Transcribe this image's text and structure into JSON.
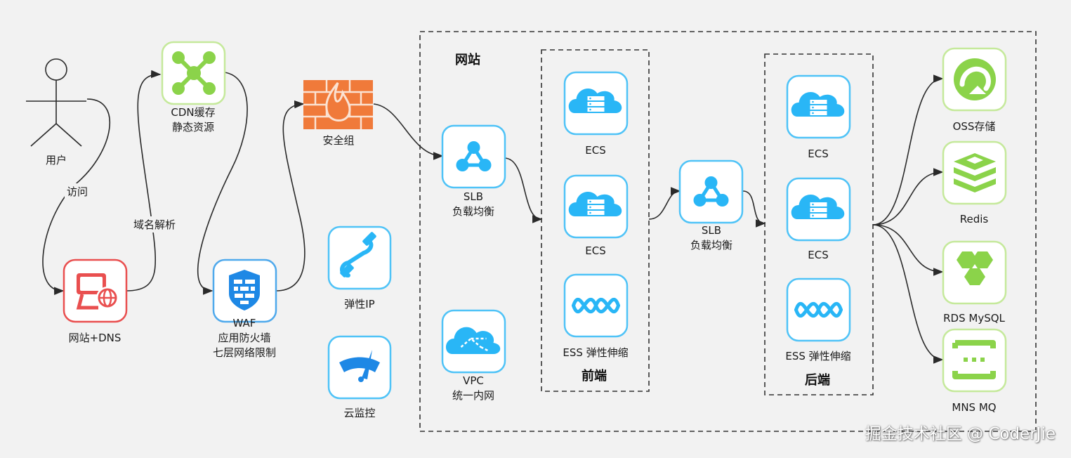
{
  "colors": {
    "blue": "#29b6f6",
    "blue_border": "#4fc3f7",
    "red": "#e94f4f",
    "green": "#8bd34a",
    "green_border": "#c5e99b",
    "orange": "#f07a3a",
    "waf_blue": "#1e88e5",
    "line": "#2a2a2a"
  },
  "nodes": {
    "user": {
      "label": "用户"
    },
    "dns": {
      "label": "网站+DNS"
    },
    "cdn": {
      "line1": "CDN缓存",
      "line2": "静态资源"
    },
    "waf": {
      "line1": "WAF",
      "line2": "应用防火墙",
      "line3": "七层网络限制"
    },
    "security_group": {
      "label": "安全组"
    },
    "eip": {
      "label": "弹性IP"
    },
    "cloud_monitor": {
      "label": "云监控"
    },
    "slb_front": {
      "line1": "SLB",
      "line2": "负载均衡"
    },
    "vpc": {
      "line1": "VPC",
      "line2": "统一内网"
    },
    "ecs_front_1": {
      "label": "ECS"
    },
    "ecs_front_2": {
      "label": "ECS"
    },
    "ess_front": {
      "label": "ESS 弹性伸缩"
    },
    "slb_back": {
      "line1": "SLB",
      "line2": "负载均衡"
    },
    "ecs_back_1": {
      "label": "ECS"
    },
    "ecs_back_2": {
      "label": "ECS"
    },
    "ess_back": {
      "label": "ESS 弹性伸缩"
    },
    "oss": {
      "label": "OSS存储"
    },
    "redis": {
      "label": "Redis"
    },
    "rds": {
      "label": "RDS MySQL"
    },
    "mns": {
      "label": "MNS MQ"
    }
  },
  "groups": {
    "website": {
      "title": "网站"
    },
    "frontend": {
      "title": "前端"
    },
    "backend": {
      "title": "后端"
    }
  },
  "edges": {
    "visit": {
      "label": "访问"
    },
    "resolve": {
      "label": "域名解析"
    }
  },
  "watermark": "掘金技术社区 @ CoderJie"
}
